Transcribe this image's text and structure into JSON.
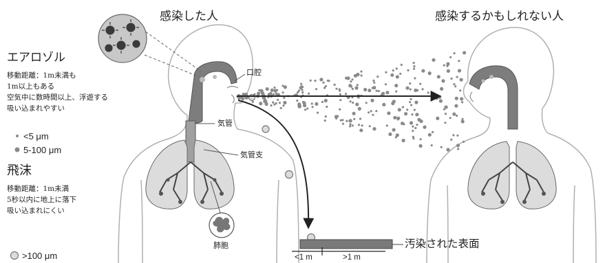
{
  "titles": {
    "infected": "感染した人",
    "at_risk": "感染するかもしれない人"
  },
  "aerosol": {
    "heading": "エアロゾル",
    "lines": [
      "移動距離：1m未満も",
      "1m以上もある",
      "空気中に数時間以上、浮遊する",
      "吸い込まれやすい"
    ]
  },
  "droplet": {
    "heading": "飛沫",
    "lines": [
      "移動距離：1m未満",
      "5秒以内に地上に落下",
      "吸い込まれにくい"
    ]
  },
  "legend": {
    "small": "<5 μm",
    "medium": "5-100 μm",
    "large": ">100 μm"
  },
  "anatomy": {
    "oral_cavity": "口腔",
    "trachea": "気管",
    "bronchi": "気管支",
    "alveoli": "肺胞"
  },
  "surface_label": "汚染された表面",
  "distance": {
    "near": "<1 m",
    "far": ">1 m"
  },
  "colors": {
    "ink": "#222222",
    "body_outline": "#b0b0b0",
    "airway_fill": "#7d7d7d",
    "lung_fill": "#dcdcdc",
    "particle": "#8a8a8a",
    "surface_fill": "#7a7a7a"
  },
  "icons": [
    "virus-cluster-icon",
    "arrow-icon",
    "alveoli-icon"
  ]
}
